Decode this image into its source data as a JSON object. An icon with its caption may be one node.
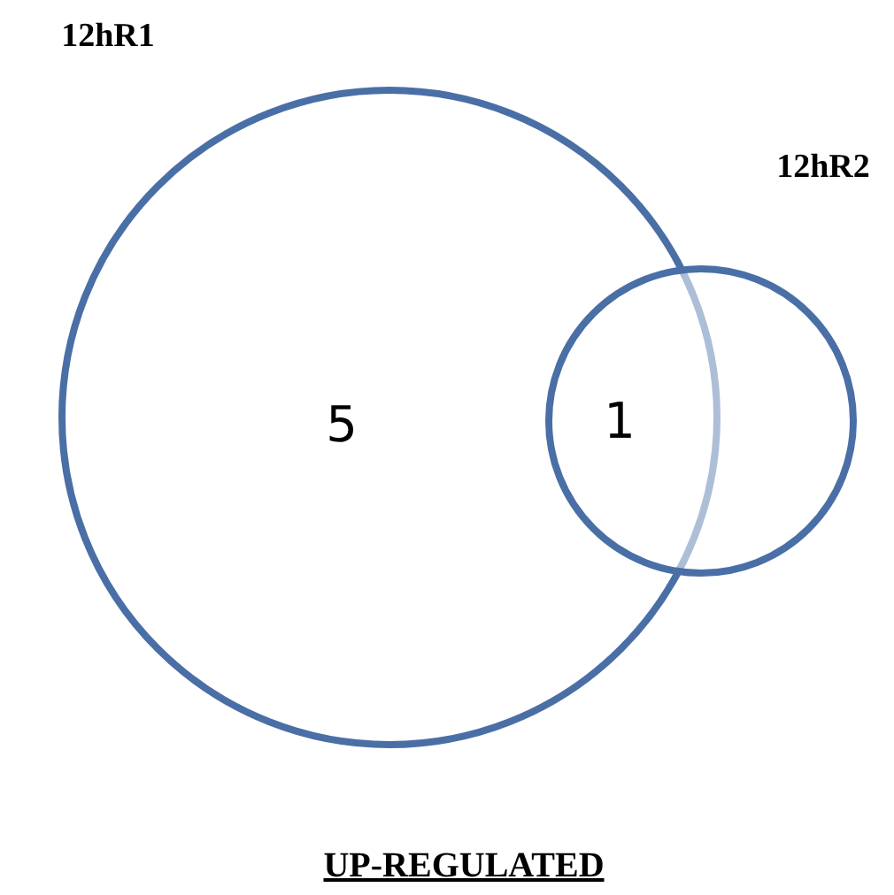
{
  "diagram": {
    "caption": "UP-REGULATED",
    "nodes": [
      {
        "text": [
          "12hR1",
          "5"
        ]
      },
      {
        "text": [
          "12hR2",
          "1"
        ]
      }
    ]
  }
}
